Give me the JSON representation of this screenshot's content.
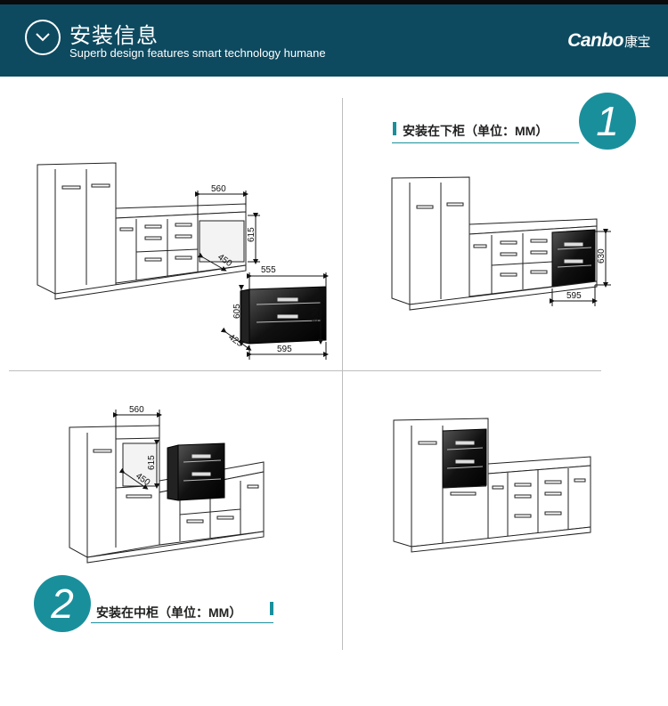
{
  "header": {
    "title_cn": "安装信息",
    "subtitle_en": "Superb design features smart technology humane",
    "brand_latin": "Canbo",
    "brand_cn": "康宝"
  },
  "section1": {
    "number": "1",
    "label": "安装在下柜（单位：MM）"
  },
  "section2": {
    "number": "2",
    "label": "安装在中柜（单位：MM）"
  },
  "dimensions": {
    "d1_560": "560",
    "d1_615": "615",
    "d1_450": "450",
    "d1_555": "555",
    "d1_605": "605",
    "d1_630": "630",
    "d1_425": "425",
    "d1_595": "595",
    "d2_630": "630",
    "d2_595": "595",
    "d3_560": "560",
    "d3_615": "615",
    "d3_450": "450"
  },
  "colors": {
    "header_bg": "#0d4a60",
    "accent": "#1a8f9c"
  }
}
